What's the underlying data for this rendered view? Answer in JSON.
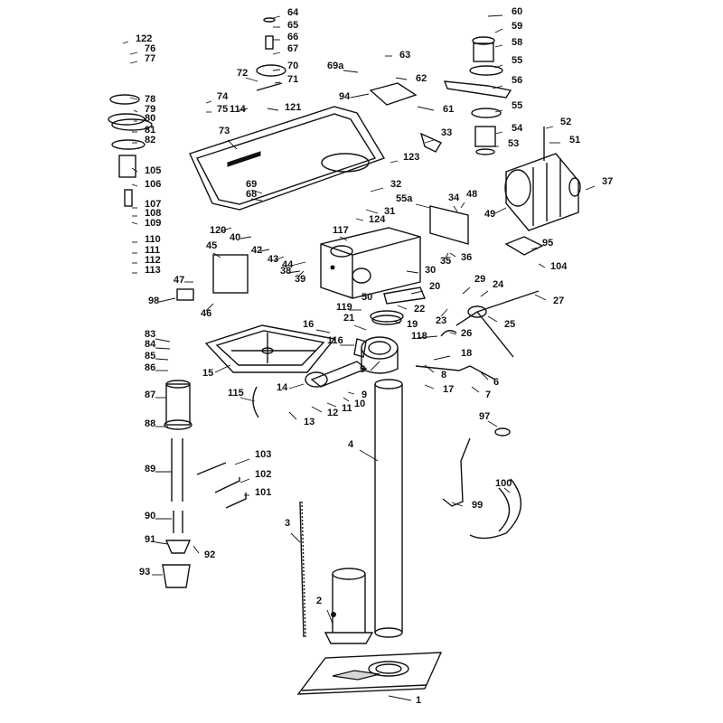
{
  "diagram": {
    "labels": [
      {
        "id": "1",
        "text": "1"
      },
      {
        "id": "2",
        "text": "2"
      },
      {
        "id": "3",
        "text": "3"
      },
      {
        "id": "4",
        "text": "4"
      },
      {
        "id": "5",
        "text": "5"
      },
      {
        "id": "6",
        "text": "6"
      },
      {
        "id": "7",
        "text": "7"
      },
      {
        "id": "8",
        "text": "8"
      },
      {
        "id": "9",
        "text": "9"
      },
      {
        "id": "10",
        "text": "10"
      },
      {
        "id": "11",
        "text": "11"
      },
      {
        "id": "12",
        "text": "12"
      },
      {
        "id": "13",
        "text": "13"
      },
      {
        "id": "14",
        "text": "14"
      },
      {
        "id": "15",
        "text": "15"
      },
      {
        "id": "16",
        "text": "16"
      },
      {
        "id": "17",
        "text": "17"
      },
      {
        "id": "18",
        "text": "18"
      },
      {
        "id": "19",
        "text": "19"
      },
      {
        "id": "20",
        "text": "20"
      },
      {
        "id": "21",
        "text": "21"
      },
      {
        "id": "22",
        "text": "22"
      },
      {
        "id": "23",
        "text": "23"
      },
      {
        "id": "24",
        "text": "24"
      },
      {
        "id": "25",
        "text": "25"
      },
      {
        "id": "26",
        "text": "26"
      },
      {
        "id": "27",
        "text": "27"
      },
      {
        "id": "29",
        "text": "29"
      },
      {
        "id": "30",
        "text": "30"
      },
      {
        "id": "31",
        "text": "31"
      },
      {
        "id": "32",
        "text": "32"
      },
      {
        "id": "33",
        "text": "33"
      },
      {
        "id": "34",
        "text": "34"
      },
      {
        "id": "35",
        "text": "35"
      },
      {
        "id": "36",
        "text": "36"
      },
      {
        "id": "37",
        "text": "37"
      },
      {
        "id": "38",
        "text": "38"
      },
      {
        "id": "39",
        "text": "39"
      },
      {
        "id": "40",
        "text": "40"
      },
      {
        "id": "42",
        "text": "42"
      },
      {
        "id": "43",
        "text": "43"
      },
      {
        "id": "44",
        "text": "44"
      },
      {
        "id": "45",
        "text": "45"
      },
      {
        "id": "46",
        "text": "46"
      },
      {
        "id": "47",
        "text": "47"
      },
      {
        "id": "48",
        "text": "48"
      },
      {
        "id": "49",
        "text": "49"
      },
      {
        "id": "50",
        "text": "50"
      },
      {
        "id": "51",
        "text": "51"
      },
      {
        "id": "52",
        "text": "52"
      },
      {
        "id": "53",
        "text": "53"
      },
      {
        "id": "54",
        "text": "54"
      },
      {
        "id": "55",
        "text": "55"
      },
      {
        "id": "55b",
        "text": "55"
      },
      {
        "id": "55a",
        "text": "55a"
      },
      {
        "id": "56",
        "text": "56"
      },
      {
        "id": "58",
        "text": "58"
      },
      {
        "id": "59",
        "text": "59"
      },
      {
        "id": "60",
        "text": "60"
      },
      {
        "id": "61",
        "text": "61"
      },
      {
        "id": "62",
        "text": "62"
      },
      {
        "id": "63",
        "text": "63"
      },
      {
        "id": "64",
        "text": "64"
      },
      {
        "id": "65",
        "text": "65"
      },
      {
        "id": "66",
        "text": "66"
      },
      {
        "id": "67",
        "text": "67"
      },
      {
        "id": "68",
        "text": "68"
      },
      {
        "id": "69",
        "text": "69"
      },
      {
        "id": "69a",
        "text": "69a"
      },
      {
        "id": "70",
        "text": "70"
      },
      {
        "id": "71",
        "text": "71"
      },
      {
        "id": "72",
        "text": "72"
      },
      {
        "id": "73",
        "text": "73"
      },
      {
        "id": "74",
        "text": "74"
      },
      {
        "id": "75",
        "text": "75"
      },
      {
        "id": "76",
        "text": "76"
      },
      {
        "id": "77",
        "text": "77"
      },
      {
        "id": "78",
        "text": "78"
      },
      {
        "id": "79",
        "text": "79"
      },
      {
        "id": "80",
        "text": "80"
      },
      {
        "id": "81",
        "text": "81"
      },
      {
        "id": "82",
        "text": "82"
      },
      {
        "id": "83",
        "text": "83"
      },
      {
        "id": "84",
        "text": "84"
      },
      {
        "id": "85",
        "text": "85"
      },
      {
        "id": "86",
        "text": "86"
      },
      {
        "id": "87",
        "text": "87"
      },
      {
        "id": "88",
        "text": "88"
      },
      {
        "id": "89",
        "text": "89"
      },
      {
        "id": "90",
        "text": "90"
      },
      {
        "id": "91",
        "text": "91"
      },
      {
        "id": "92",
        "text": "92"
      },
      {
        "id": "93",
        "text": "93"
      },
      {
        "id": "94",
        "text": "94"
      },
      {
        "id": "95",
        "text": "95"
      },
      {
        "id": "97",
        "text": "97"
      },
      {
        "id": "98",
        "text": "98"
      },
      {
        "id": "99",
        "text": "99"
      },
      {
        "id": "100",
        "text": "100"
      },
      {
        "id": "101",
        "text": "101"
      },
      {
        "id": "102",
        "text": "102"
      },
      {
        "id": "103",
        "text": "103"
      },
      {
        "id": "104",
        "text": "104"
      },
      {
        "id": "105",
        "text": "105"
      },
      {
        "id": "106",
        "text": "106"
      },
      {
        "id": "107",
        "text": "107"
      },
      {
        "id": "108",
        "text": "108"
      },
      {
        "id": "109",
        "text": "109"
      },
      {
        "id": "110",
        "text": "110"
      },
      {
        "id": "111",
        "text": "111"
      },
      {
        "id": "112",
        "text": "112"
      },
      {
        "id": "113",
        "text": "113"
      },
      {
        "id": "114",
        "text": "114"
      },
      {
        "id": "115",
        "text": "115"
      },
      {
        "id": "116",
        "text": "116"
      },
      {
        "id": "117",
        "text": "117"
      },
      {
        "id": "118",
        "text": "118"
      },
      {
        "id": "119",
        "text": "119"
      },
      {
        "id": "120",
        "text": "120"
      },
      {
        "id": "121",
        "text": "121"
      },
      {
        "id": "122",
        "text": "122"
      },
      {
        "id": "123",
        "text": "123"
      },
      {
        "id": "124",
        "text": "124"
      }
    ]
  }
}
